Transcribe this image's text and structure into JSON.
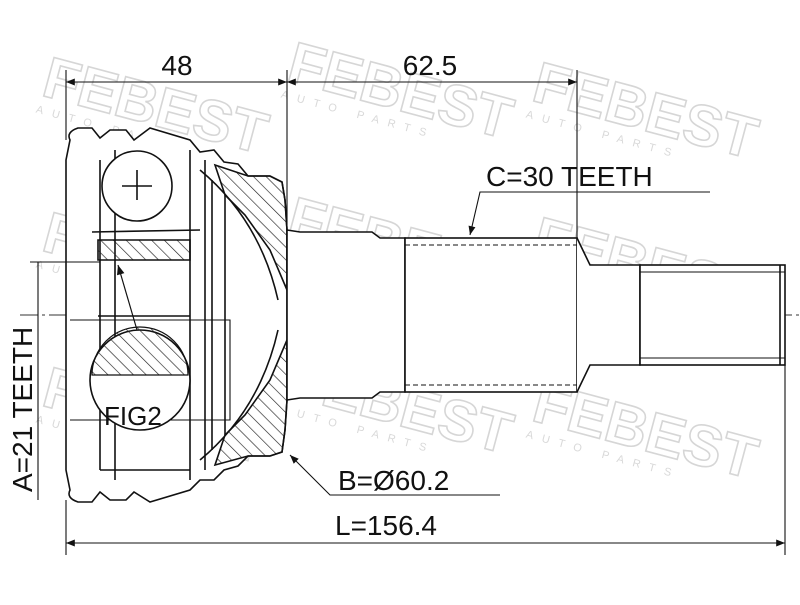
{
  "watermark": {
    "brand": "FEBEST",
    "tagline": "AUTO PARTS"
  },
  "dimensions": {
    "dim_48": "48",
    "dim_62_5": "62.5",
    "teeth_c": "C=30 TEETH",
    "teeth_a": "A=21 TEETH",
    "diameter_b": "B=Ø60.2",
    "length_l": "L=156.4",
    "fig_label": "FIG2"
  }
}
